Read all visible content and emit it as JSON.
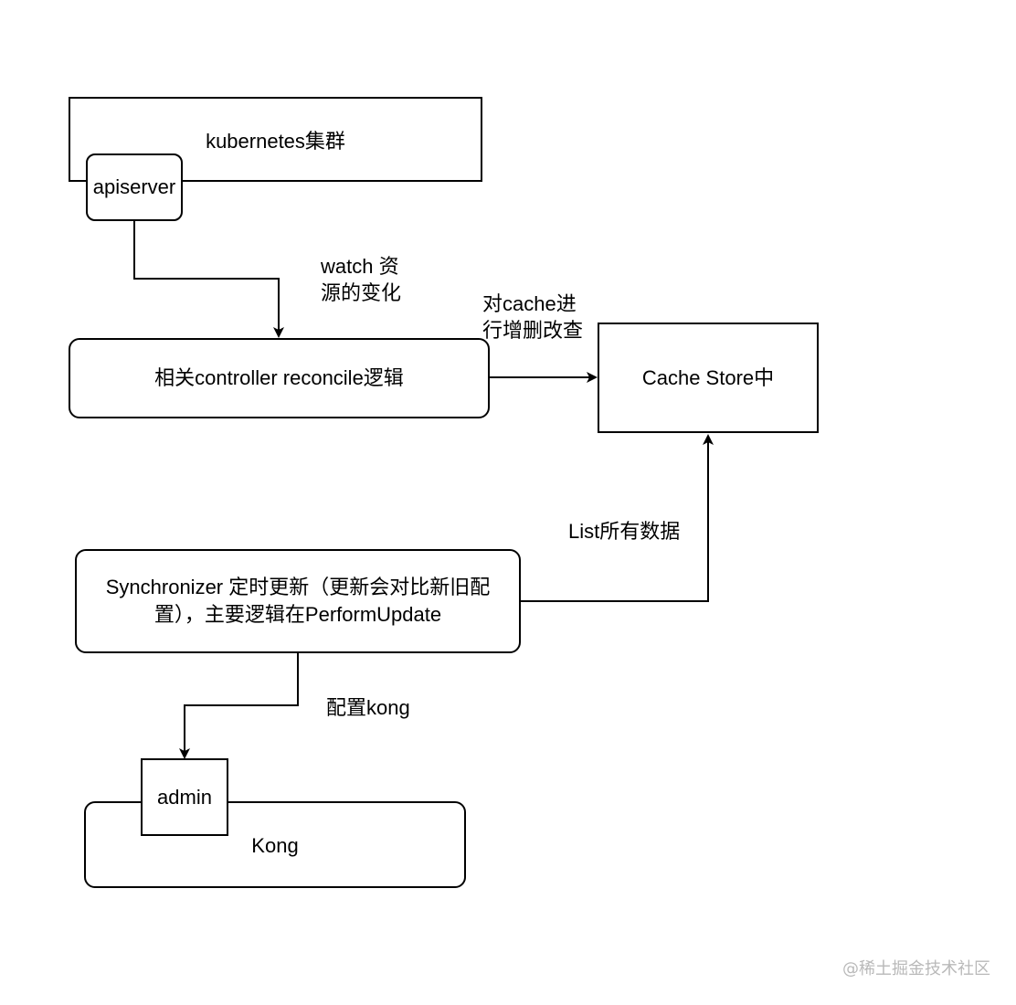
{
  "nodes": {
    "k8s_cluster": "kubernetes集群",
    "apiserver": "apiserver",
    "controller": "相关controller reconcile逻辑",
    "cache_store": "Cache Store中",
    "synchronizer": "Synchronizer 定时更新（更新会对比新旧配置），主要逻辑在PerformUpdate",
    "admin": "admin",
    "kong": "Kong"
  },
  "edges": {
    "watch": "watch 资\n源的变化",
    "crud_cache": "对cache进\n行增删改查",
    "list_all": "List所有数据",
    "config_kong": "配置kong"
  },
  "watermark": "@稀土掘金技术社区"
}
